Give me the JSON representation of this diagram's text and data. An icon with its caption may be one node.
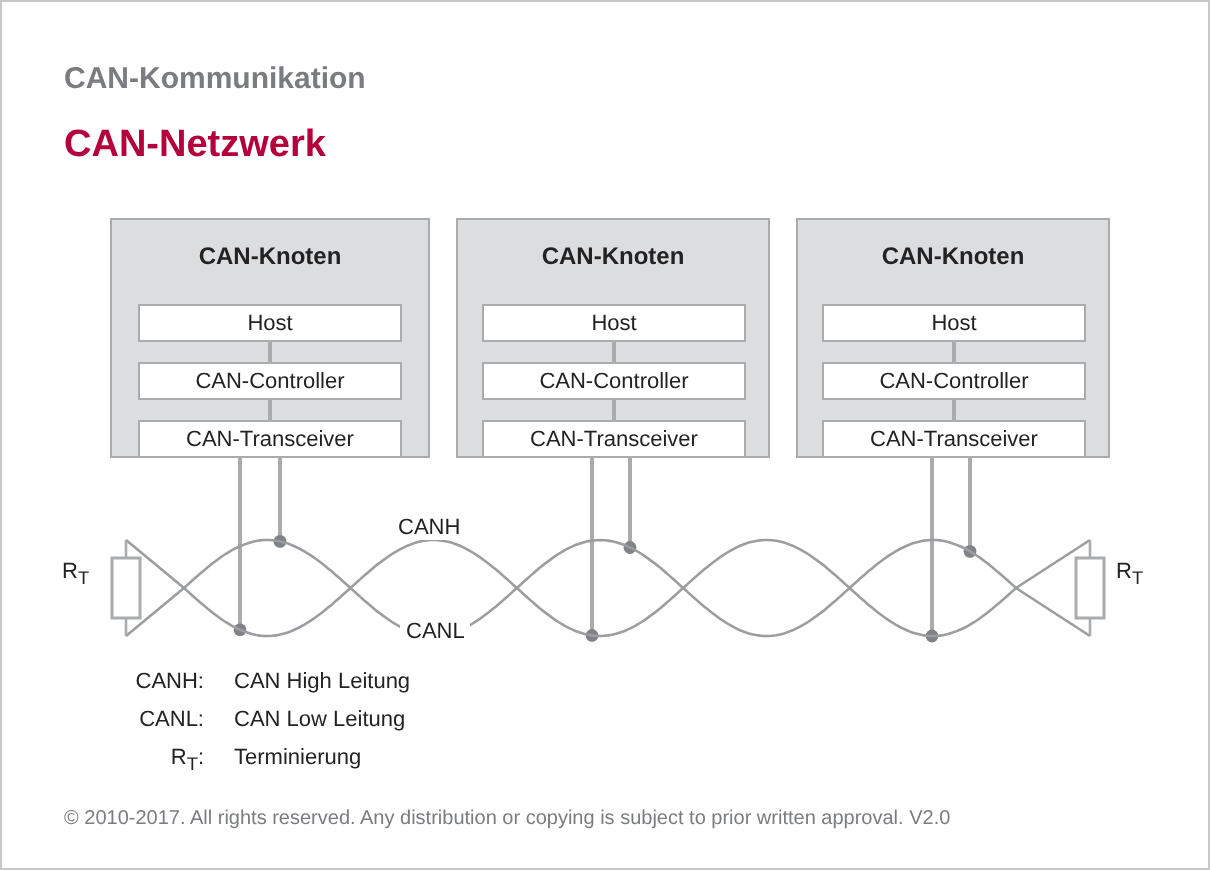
{
  "diagram": {
    "title": "CAN-Netzwerk",
    "nodes": [
      {
        "text": [
          "CAN-Knoten"
        ]
      },
      {
        "text": [
          "Host"
        ],
        "in": 0
      },
      {
        "text": [
          "CAN-Controller"
        ],
        "in": 0
      },
      {
        "text": [
          "CAN-Transceiver"
        ],
        "in": 0
      },
      {
        "text": [
          "CAN-Knoten"
        ]
      },
      {
        "text": [
          "Host"
        ],
        "in": 4
      },
      {
        "text": [
          "CAN-Controller"
        ],
        "in": 4
      },
      {
        "text": [
          "CAN-Transceiver"
        ],
        "in": 4
      },
      {
        "text": [
          "CAN-Knoten"
        ]
      },
      {
        "text": [
          "Host"
        ],
        "in": 8
      },
      {
        "text": [
          "CAN-Controller"
        ],
        "in": 8
      },
      {
        "text": [
          "CAN-Transceiver"
        ],
        "in": 8
      },
      {
        "text": [],
        "shape": "box",
        "beside": [
          "R$_{T}$"
        ]
      },
      {
        "text": [],
        "shape": "box",
        "beside": [
          "R$_{T}$"
        ]
      }
    ],
    "edges": [
      {
        "from": 1,
        "to": 2,
        "arrow": "none"
      },
      {
        "from": 2,
        "to": 3,
        "arrow": "none"
      },
      {
        "from": 5,
        "to": 6,
        "arrow": "none"
      },
      {
        "from": 6,
        "to": 7,
        "arrow": "none"
      },
      {
        "from": 9,
        "to": 10,
        "arrow": "none"
      },
      {
        "from": 10,
        "to": 11,
        "arrow": "none"
      },
      {
        "from": 3,
        "to": null,
        "arrow": "none"
      },
      {
        "from": 3,
        "to": null,
        "arrow": "none"
      },
      {
        "from": 7,
        "to": null,
        "arrow": "none"
      },
      {
        "from": 7,
        "to": null,
        "arrow": "none"
      },
      {
        "from": 11,
        "to": null,
        "arrow": "none"
      },
      {
        "from": 11,
        "to": null,
        "arrow": "none"
      },
      {
        "from": 12,
        "to": 13,
        "arrow": "none",
        "label": "CANH"
      },
      {
        "from": 12,
        "to": 13,
        "arrow": "none",
        "label": "CANL"
      }
    ],
    "labels": [
      "CAN-Kommunikation",
      "CANH:",
      "CAN High Leitung",
      "CANL:",
      "CAN Low Leitung",
      "R$_{T}$:",
      "Terminierung"
    ],
    "caption": "© 2010-2017. All rights reserved. Any distribution or copying is subject to prior written approval. V2.0"
  }
}
